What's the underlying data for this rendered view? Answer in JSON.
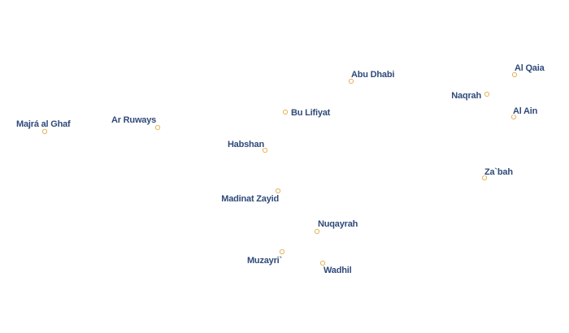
{
  "map": {
    "places": [
      {
        "name": "Abu Dhabi"
      },
      {
        "name": "Al Qaia"
      },
      {
        "name": "Naqrah"
      },
      {
        "name": "Al Ain"
      },
      {
        "name": "Bu Lifiyat"
      },
      {
        "name": "Majrá al Ghaf"
      },
      {
        "name": "Ar Ruways"
      },
      {
        "name": "Habshan"
      },
      {
        "name": "Za`bah"
      },
      {
        "name": "Madinat Zayid"
      },
      {
        "name": "Nuqayrah"
      },
      {
        "name": "Muzayri`"
      },
      {
        "name": "Wadhil"
      }
    ],
    "colors": {
      "label": "#2f4a7a",
      "label_halo": "#ffffff",
      "marker_stroke": "#e5b45a",
      "marker_fill": "#ffffff",
      "background": "#ffffff"
    }
  }
}
